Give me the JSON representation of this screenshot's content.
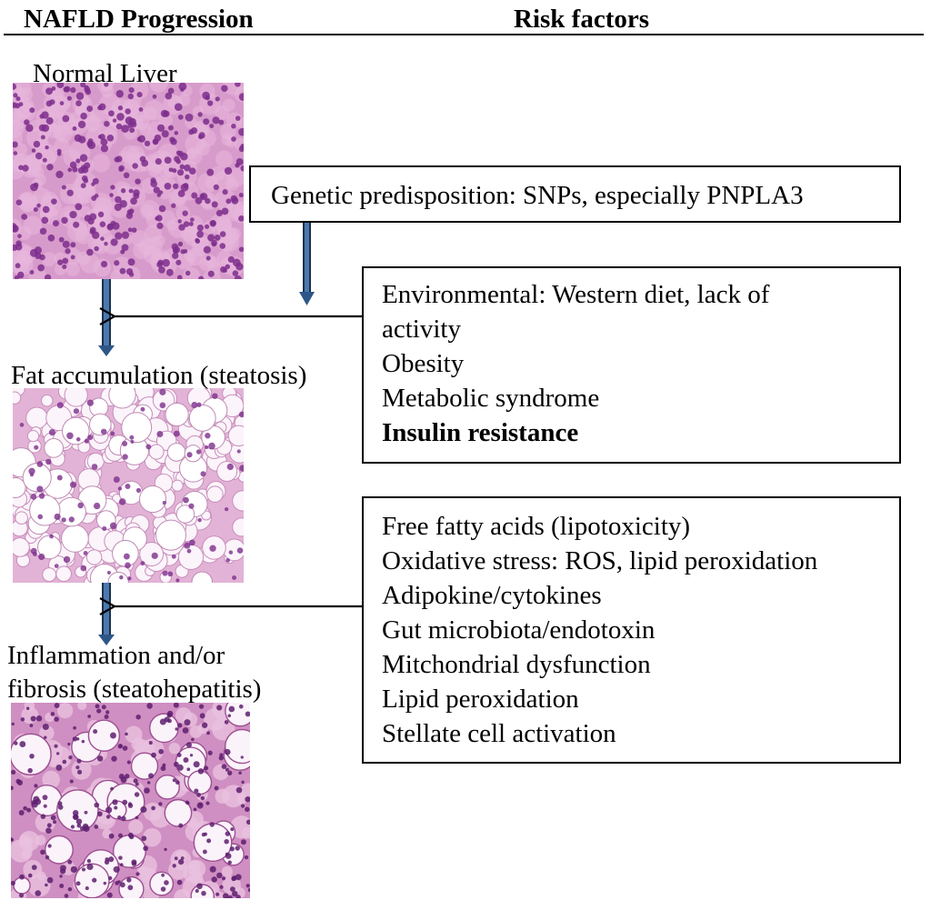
{
  "header": {
    "left": "NAFLD Progression",
    "right": "Risk factors"
  },
  "stages": [
    {
      "label": "Normal Liver",
      "image": "normal-liver-histology"
    },
    {
      "label": "Fat accumulation (steatosis)",
      "image": "steatosis-histology"
    },
    {
      "label_lines": [
        "Inflammation and/or",
        "fibrosis (steatohepatitis)"
      ],
      "image": "steatohepatitis-histology"
    }
  ],
  "risk_boxes": {
    "genetic": {
      "lines": [
        "Genetic predisposition: SNPs, especially PNPLA3"
      ]
    },
    "environmental": {
      "lines": [
        "Environmental: Western diet, lack of",
        "activity",
        "Obesity",
        "Metabolic syndrome",
        "Insulin resistance"
      ],
      "bold_line": "Insulin resistance"
    },
    "pathways": {
      "lines": [
        "Free fatty acids (lipotoxicity)",
        "Oxidative stress: ROS, lipid peroxidation",
        "Adipokine/cytokines",
        "Gut microbiota/endotoxin",
        "Mitchondrial dysfunction",
        "Lipid peroxidation",
        "Stellate cell activation"
      ]
    }
  },
  "colors": {
    "progression_arrow": "#4a79b0",
    "histology_pink": "#dca0cd",
    "nuclei": "#7d2e8c"
  }
}
